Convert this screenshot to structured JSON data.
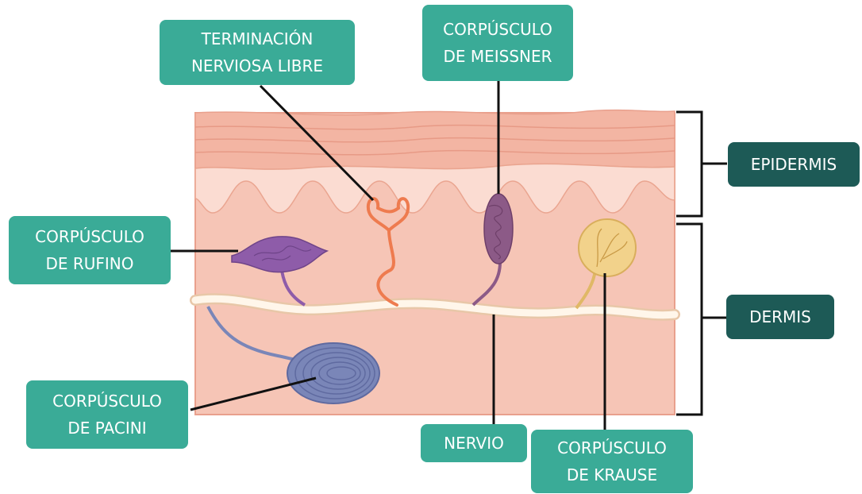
{
  "labels": {
    "terminacion_nerviosa_libre": "TERMINACIÓN\nNERVIOSA LIBRE",
    "corpusculo_meissner": "CORPÚSCULO\nDE MEISSNER",
    "corpusculo_rufino": "CORPÚSCULO\nDE RUFINO",
    "corpusculo_pacini": "CORPÚSCULO\nDE PACINI",
    "nervio": "NERVIO",
    "corpusculo_krause": "CORPÚSCULO\nDE KRAUSE",
    "epidermis": "EPIDERMIS",
    "dermis": "DERMIS"
  },
  "colors": {
    "label_teal": "#3aab97",
    "label_dark": "#1d5a56",
    "dermis": "#f6c5b6",
    "epidermis_layers": "#f3b5a3",
    "papillary_band": "#fbdcd2",
    "nerve": "#fff6ea",
    "pacini": "#7a86b8",
    "ruffini": "#8e5ca9",
    "meissner": "#8c5a87",
    "free_ending": "#ee7b4f",
    "krause": "#f2d28b"
  }
}
